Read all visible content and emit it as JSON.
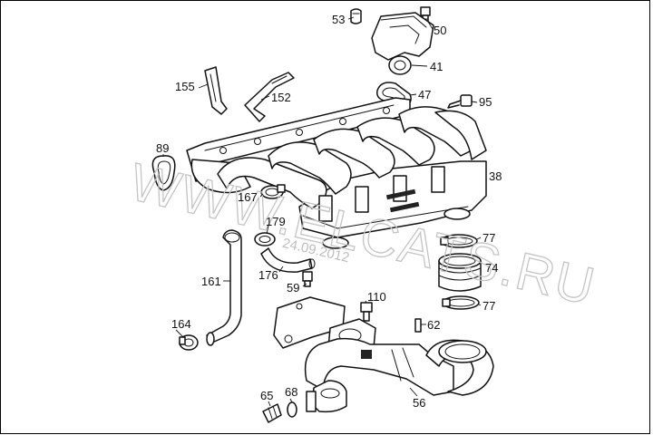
{
  "diagram": {
    "callouts": [
      {
        "id": "c53",
        "text": "53"
      },
      {
        "id": "c50",
        "text": "50"
      },
      {
        "id": "c41",
        "text": "41"
      },
      {
        "id": "c155",
        "text": "155"
      },
      {
        "id": "c152",
        "text": "152"
      },
      {
        "id": "c47",
        "text": "47"
      },
      {
        "id": "c95",
        "text": "95"
      },
      {
        "id": "c89",
        "text": "89"
      },
      {
        "id": "c38",
        "text": "38"
      },
      {
        "id": "c167",
        "text": "167"
      },
      {
        "id": "c179",
        "text": "179"
      },
      {
        "id": "c77a",
        "text": "77"
      },
      {
        "id": "c74",
        "text": "74"
      },
      {
        "id": "c176",
        "text": "176"
      },
      {
        "id": "c59",
        "text": "59"
      },
      {
        "id": "c161",
        "text": "161"
      },
      {
        "id": "c110",
        "text": "110"
      },
      {
        "id": "c77b",
        "text": "77"
      },
      {
        "id": "c62",
        "text": "62"
      },
      {
        "id": "c164",
        "text": "164"
      },
      {
        "id": "c65",
        "text": "65"
      },
      {
        "id": "c68",
        "text": "68"
      },
      {
        "id": "c56",
        "text": "56"
      }
    ],
    "watermark": {
      "text": "WWW.ELCATS.RU",
      "date": "24.09.2012"
    }
  }
}
